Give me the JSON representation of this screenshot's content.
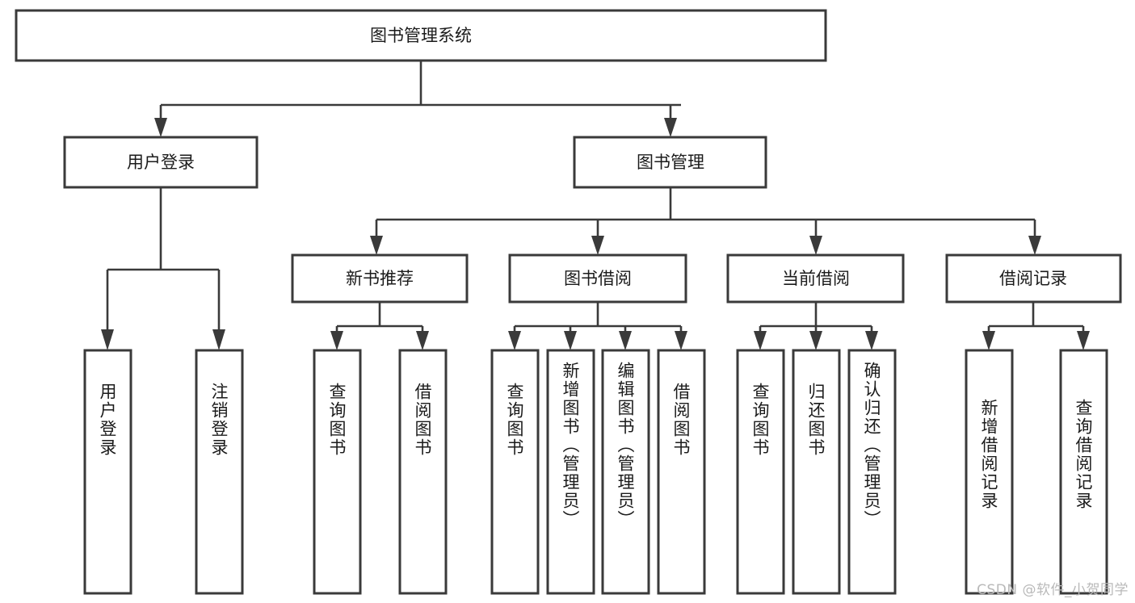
{
  "diagram": {
    "type": "tree",
    "title": "图书管理系统",
    "orientation": "top-down",
    "colors": {
      "box_stroke": "#3a3a3a",
      "box_fill": "#ffffff",
      "connector": "#3a3a3a",
      "text": "#1b1b1b",
      "background": "#ffffff",
      "watermark": "#b9b9b9"
    },
    "root": {
      "label": "图书管理系统",
      "children": [
        {
          "label": "用户登录",
          "children": [
            {
              "label": "用户登录"
            },
            {
              "label": "注销登录"
            }
          ]
        },
        {
          "label": "图书管理",
          "children": [
            {
              "label": "新书推荐",
              "children": [
                {
                  "label": "查询图书"
                },
                {
                  "label": "借阅图书"
                }
              ]
            },
            {
              "label": "图书借阅",
              "children": [
                {
                  "label": "查询图书"
                },
                {
                  "label": "新增图书（管理员）"
                },
                {
                  "label": "编辑图书（管理员）"
                },
                {
                  "label": "借阅图书"
                }
              ]
            },
            {
              "label": "当前借阅",
              "children": [
                {
                  "label": "查询图书"
                },
                {
                  "label": "归还图书"
                },
                {
                  "label": "确认归还（管理员）"
                }
              ]
            },
            {
              "label": "借阅记录",
              "children": [
                {
                  "label": "新增借阅记录"
                },
                {
                  "label": "查询借阅记录"
                }
              ]
            }
          ]
        }
      ]
    },
    "nodes": {
      "root": "图书管理系统",
      "user_login": "用户登录",
      "book_manage": "图书管理",
      "new_book_rec": "新书推荐",
      "book_borrow": "图书借阅",
      "current_borrow": "当前借阅",
      "borrow_record": "借阅记录",
      "leaf_user_login": "用户登录",
      "leaf_logout": "注销登录",
      "leaf_rec_query": "查询图书",
      "leaf_rec_borrow": "借阅图书",
      "leaf_borrow_query": "查询图书",
      "leaf_borrow_add": "新增图书（管理员）",
      "leaf_borrow_edit": "编辑图书（管理员）",
      "leaf_borrow_borrow": "借阅图书",
      "leaf_cur_query": "查询图书",
      "leaf_cur_return": "归还图书",
      "leaf_cur_confirm": "确认归还（管理员）",
      "leaf_rec_add": "新增借阅记录",
      "leaf_rec_search": "查询借阅记录"
    }
  },
  "watermark": {
    "text": "CSDN @软件_小贺同学"
  }
}
